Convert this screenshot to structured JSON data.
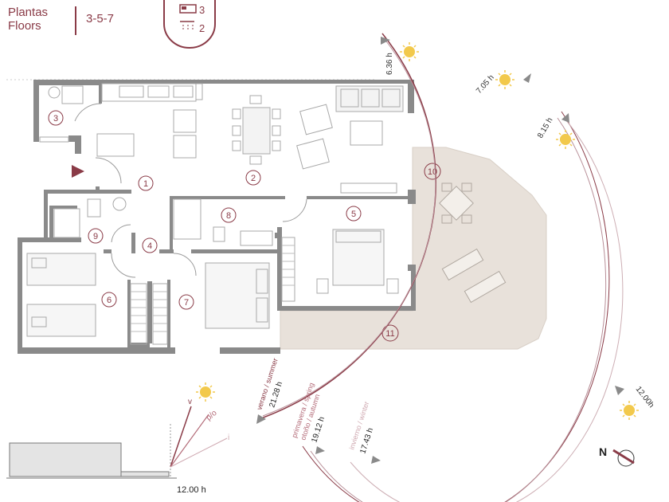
{
  "header": {
    "title_es": "Plantas",
    "title_en": "Floors",
    "floors": "3-5-7",
    "bedrooms": "3",
    "bathrooms": "2",
    "bed_icon": "bed-icon",
    "shower_icon": "shower-icon"
  },
  "rooms": [
    "1",
    "2",
    "3",
    "4",
    "5",
    "6",
    "7",
    "8",
    "9",
    "10",
    "11"
  ],
  "sun_times": {
    "t1": "6.36 h",
    "t2": "7.05 h",
    "t3": "8.15 h",
    "t4": "12.00h",
    "noon": "12.00 h"
  },
  "seasons": {
    "summer_label": "verano / summer",
    "summer_hours": "21.28 h",
    "spring_label": "primavera / spring",
    "autumn_label": "otoño / autumn",
    "spring_hours": "19.12 h",
    "winter_label": "invierno / winter",
    "winter_hours": "17.43 h"
  },
  "sun_angle_labels": {
    "v": "v",
    "po": "p/o",
    "i": "i"
  },
  "compass_label": "N",
  "colors": {
    "accent": "#8a3b47",
    "wall": "#8a8a8a",
    "terrace": "#e8e1da",
    "sun": "#f2c94c"
  }
}
